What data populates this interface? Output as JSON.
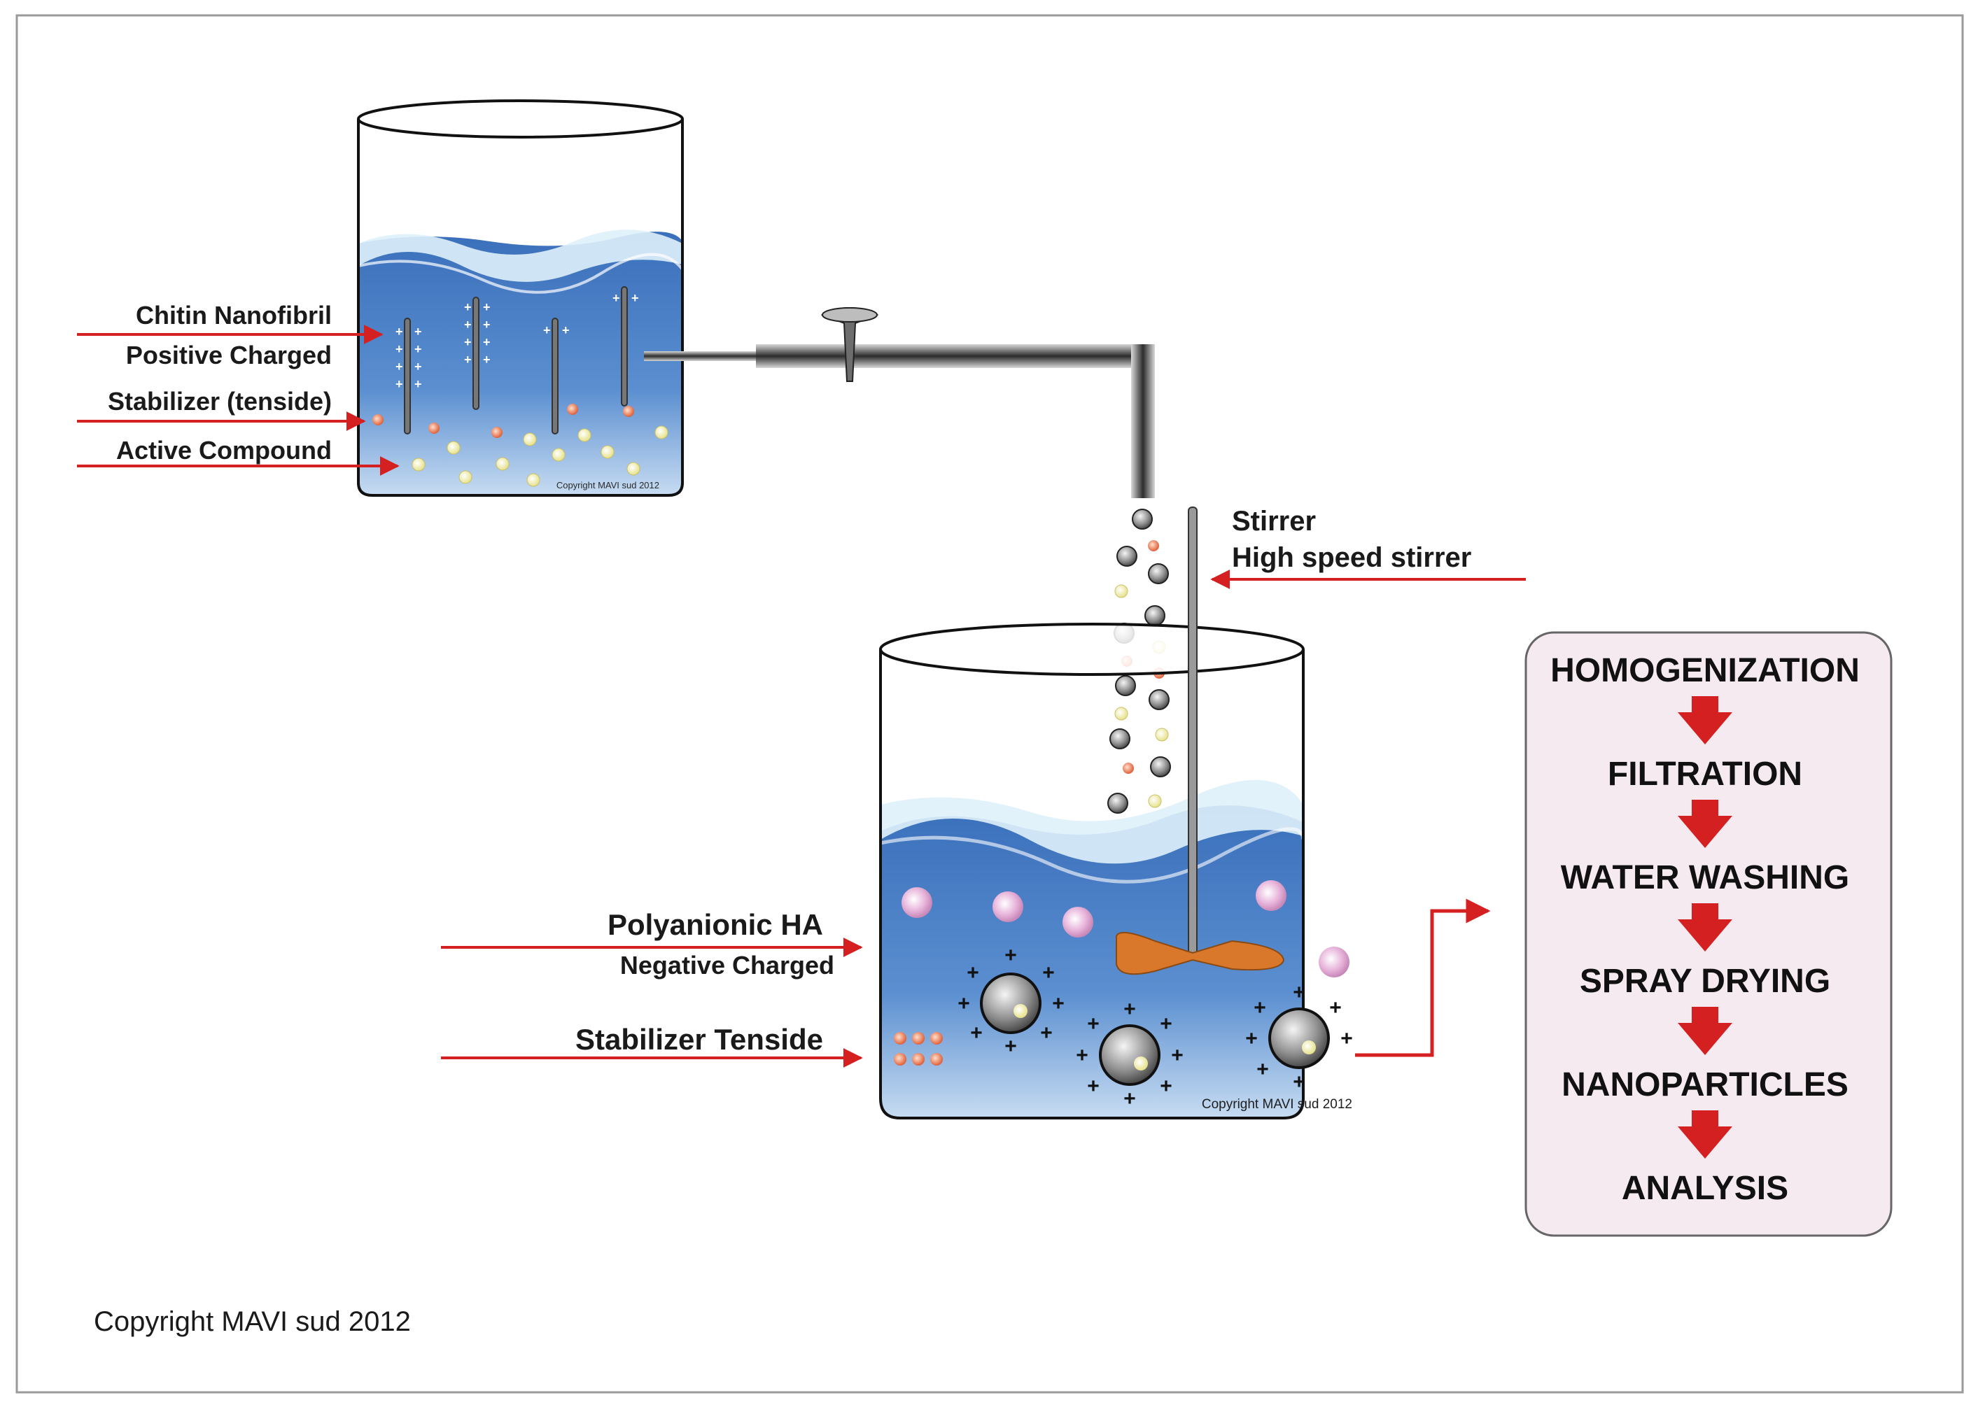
{
  "colors": {
    "arrow_red": "#d42020",
    "water_dark": "#2f5fa8",
    "water_light": "#bfe2f5",
    "process_box_bg": "#f6eaf1",
    "process_box_border": "#666666",
    "tube": "#3a3a3a"
  },
  "small_beaker": {
    "labels": {
      "chitin_nanofibril": "Chitin Nanofibril",
      "positive_charged": "Positive Charged",
      "stabilizer": "Stabilizer (tenside)",
      "active_compound": "Active Compound"
    },
    "watermark": "Copyright MAVI sud 2012"
  },
  "stirrer": {
    "label_1": "Stirrer",
    "label_2": "High speed stirrer"
  },
  "large_beaker": {
    "labels": {
      "polyanionic": "Polyanionic HA",
      "negative_charged": "Negative Charged",
      "stabilizer_tenside": "Stabilizer Tenside"
    },
    "watermark": "Copyright MAVI sud 2012"
  },
  "process_steps": [
    "HOMOGENIZATION",
    "FILTRATION",
    "WATER WASHING",
    "SPRAY DRYING",
    "NANOPARTICLES",
    "ANALYSIS"
  ],
  "copyright": "Copyright MAVI sud 2012"
}
